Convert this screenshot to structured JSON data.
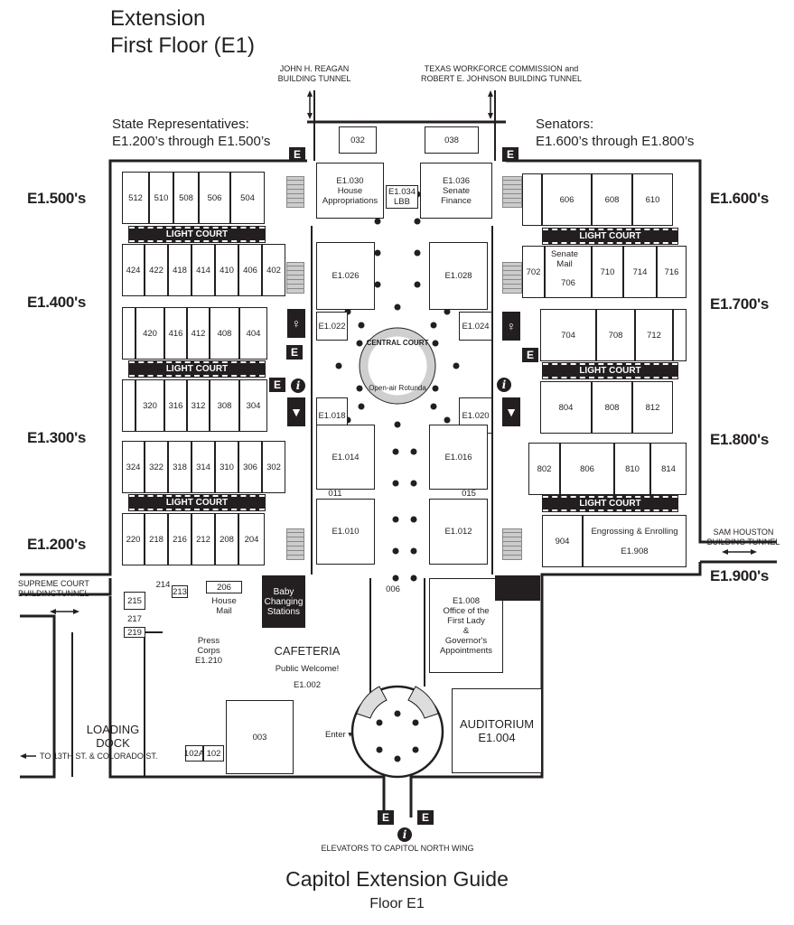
{
  "title": {
    "line1": "Extension",
    "line2": "First Floor (E1)"
  },
  "notes": {
    "reps": "State Representatives:\nE1.200’s through E1.500’s",
    "senators": "Senators:\nE1.600’s through E1.800’s"
  },
  "tunnels": {
    "reagan": "JOHN H. REAGAN\nBUILDING TUNNEL",
    "twc": "TEXAS WORKFORCE COMMISSION  and\nROBERT E. JOHNSON BUILDING TUNNEL",
    "supreme": "SUPREME COURT\nBUILDINGTUNNEL",
    "sam_houston": "SAM HOUSTON\nBUILDING TUNNEL",
    "loading": "TO 13TH ST. & COLORADO ST.",
    "north_wing": "ELEVATORS TO CAPITOL NORTH WING"
  },
  "wings": {
    "w500": "E1.500's",
    "w400": "E1.400's",
    "w300": "E1.300's",
    "w200": "E1.200's",
    "w600": "E1.600's",
    "w700": "E1.700's",
    "w800": "E1.800's",
    "w900": "E1.900's"
  },
  "light_court": "LIGHT COURT",
  "elevator": "E",
  "info": "i",
  "rooms": {
    "r512": "512",
    "r510": "510",
    "r508": "508",
    "r506": "506",
    "r504": "504",
    "r424": "424",
    "r422": "422",
    "r418": "418",
    "r414": "414",
    "r410": "410",
    "r406": "406",
    "r402": "402",
    "r420": "420",
    "r416": "416",
    "r412": "412",
    "r408": "408",
    "r404": "404",
    "r320": "320",
    "r316": "316",
    "r312": "312",
    "r308": "308",
    "r304": "304",
    "r324": "324",
    "r322": "322",
    "r318": "318",
    "r314": "314",
    "r310": "310",
    "r306": "306",
    "r302": "302",
    "r220": "220",
    "r218": "218",
    "r216": "216",
    "r212": "212",
    "r208": "208",
    "r204": "204",
    "r606": "606",
    "r608": "608",
    "r610": "610",
    "r702": "702",
    "r706": "706",
    "r710": "710",
    "r714": "714",
    "r716": "716",
    "senate_mail": "Senate\nMail",
    "r704": "704",
    "r708": "708",
    "r712": "712",
    "r804": "804",
    "r808": "808",
    "r812": "812",
    "r802": "802",
    "r806": "806",
    "r810": "810",
    "r814": "814",
    "r904": "904",
    "r908": "Engrossing & Enrolling\n\nE1.908",
    "r032": "032",
    "r038": "038",
    "e1030": "E1.030\nHouse\nAppropriations",
    "e1034": "E1.034\nLBB",
    "e1036": "E1.036\nSenate\nFinance",
    "e1026": "E1.026",
    "e1028": "E1.028",
    "e1022": "E1.022",
    "e1024": "E1.024",
    "e1018": "E1.018",
    "e1020": "E1.020",
    "e1014": "E1.014",
    "e1016": "E1.016",
    "r011": "011",
    "r015": "015",
    "e1010": "E1.010",
    "e1012": "E1.012",
    "central_court": "CENTRAL COURT",
    "rotunda": "Open-air Rotunda",
    "r214": "214",
    "r213": "213",
    "r215": "215",
    "r217": "217",
    "r219": "219",
    "r206": "206",
    "house_mail": "House\nMail",
    "press": "Press\nCorps\nE1.210",
    "baby": "Baby\nChanging\nStations",
    "r006": "006",
    "cafeteria": "CAFETERIA",
    "cafe_sub": "Public Welcome!",
    "cafe_num": "E1.002",
    "e1008": "E1.008\nOffice of the\nFirst Lady\n&\nGovernor's\nAppointments",
    "auditorium": "AUDITORIUM\nE1.004",
    "r003": "003",
    "r102a": "102A",
    "r102": "102",
    "loading_dock": "LOADING DOCK",
    "enter": "Enter ▾"
  },
  "footer": {
    "title": "Capitol Extension Guide",
    "subtitle": "Floor E1"
  }
}
